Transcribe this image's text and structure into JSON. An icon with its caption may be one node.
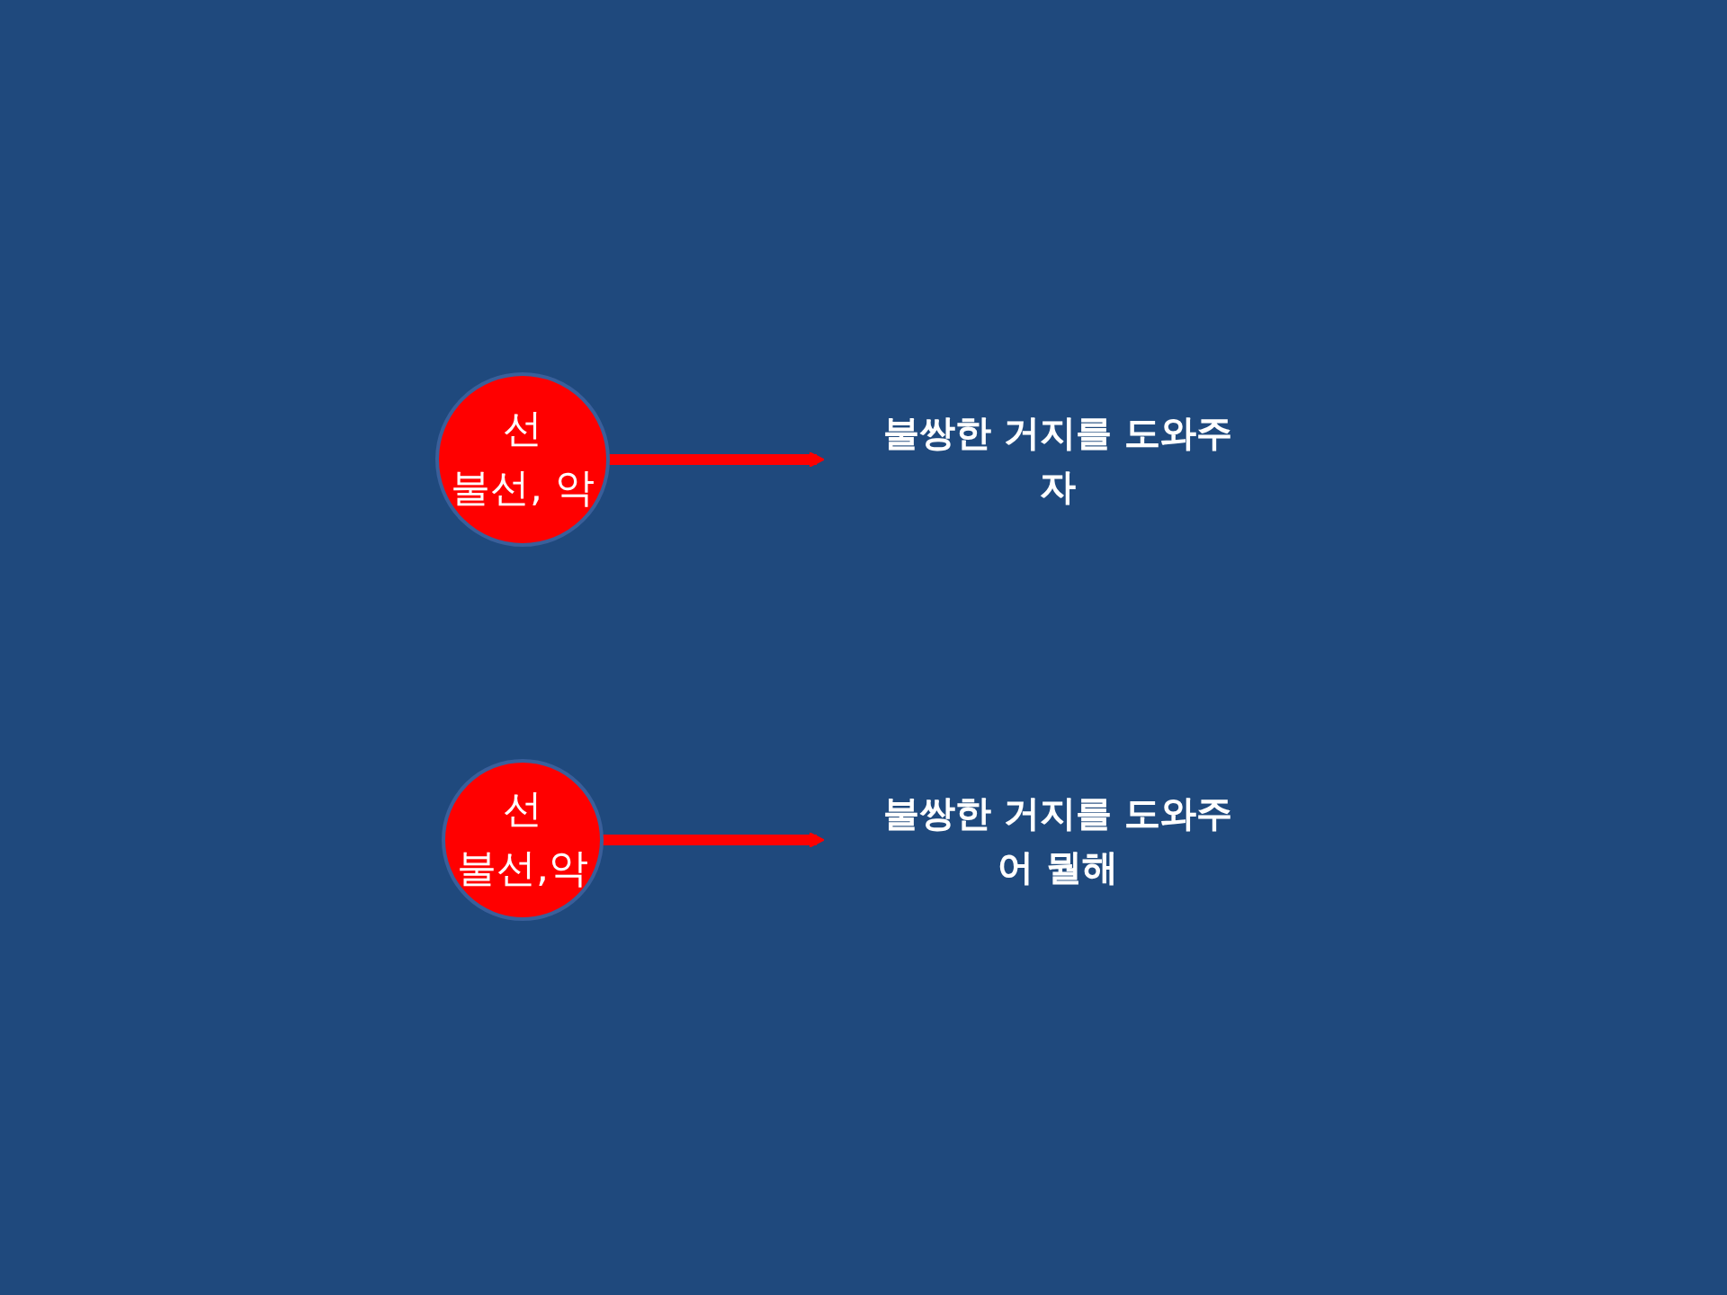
{
  "diagram": {
    "nodes": [
      {
        "text": [
          "선",
          "불선, 악"
        ]
      },
      {
        "text": [
          "불쌍한 거지를 도와주자"
        ]
      },
      {
        "text": [
          "선",
          "불선,악"
        ]
      },
      {
        "text": [
          "불쌍한 거지를 도와주어 뭘해"
        ]
      }
    ],
    "edges": [
      {
        "from": 0,
        "to": 1,
        "arrow": "to"
      },
      {
        "from": 2,
        "to": 3,
        "arrow": "to"
      }
    ]
  }
}
